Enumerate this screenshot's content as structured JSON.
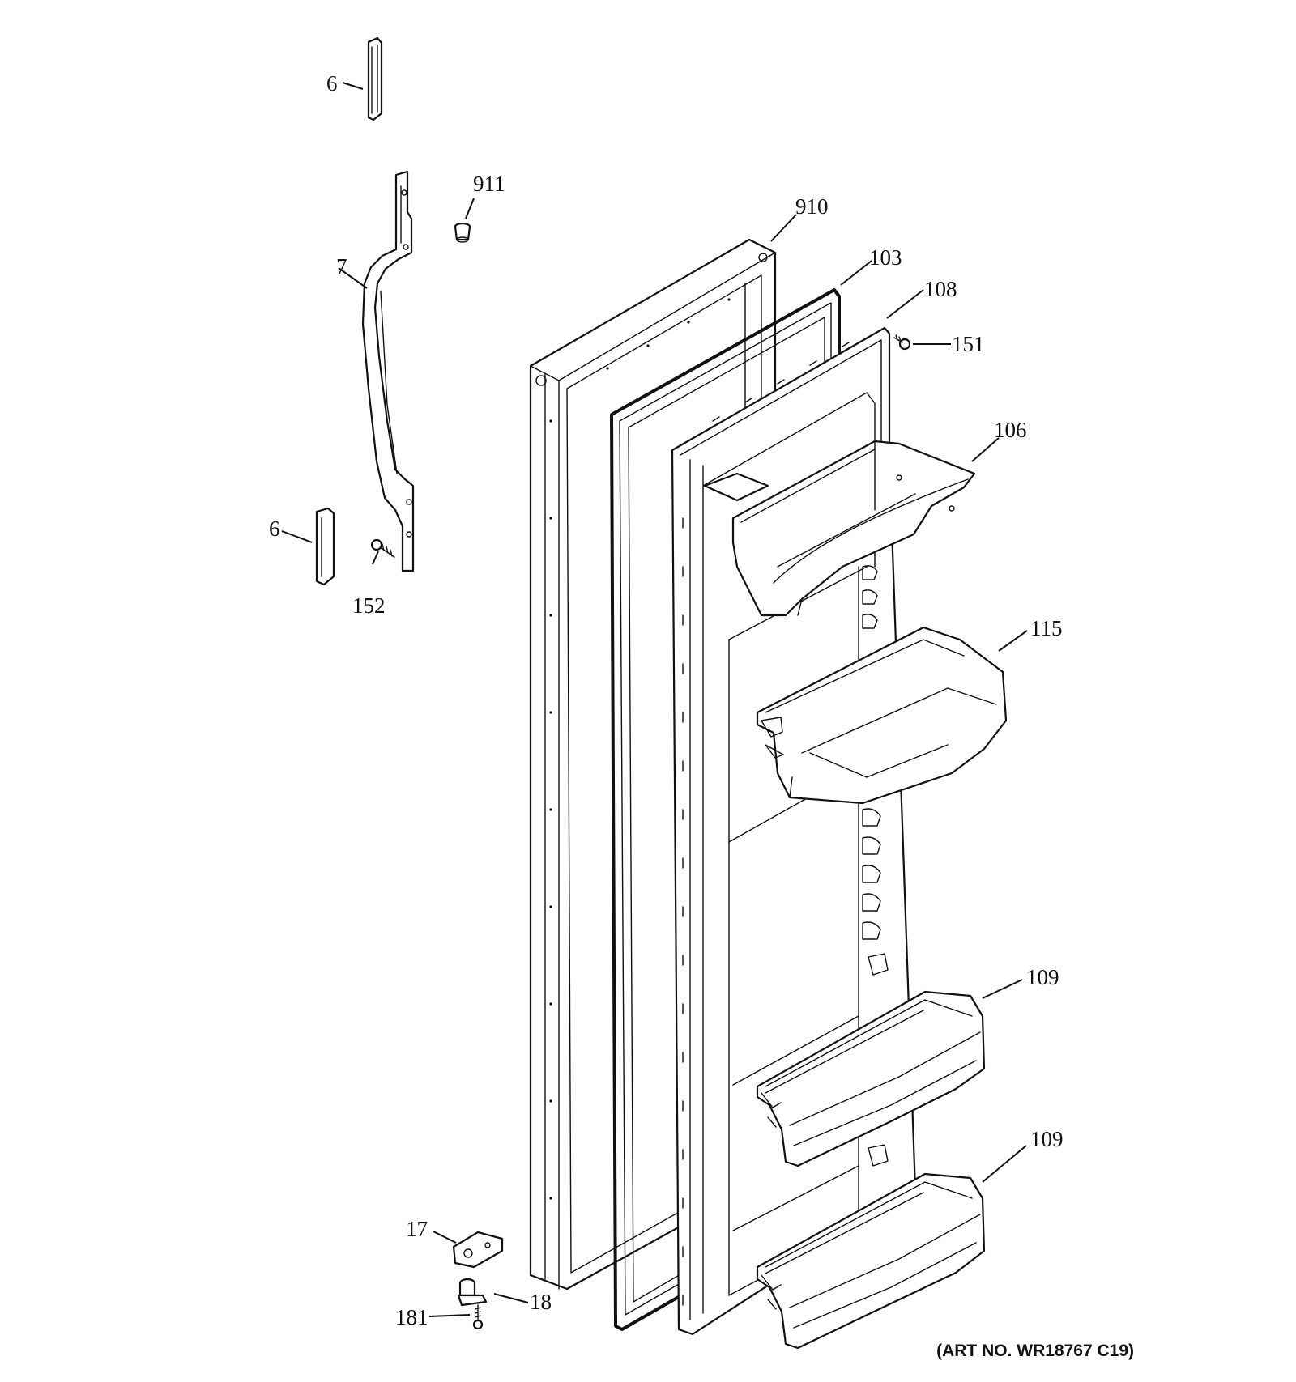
{
  "callouts": {
    "c6_top": "6",
    "c911": "911",
    "c910": "910",
    "c7": "7",
    "c103": "103",
    "c108": "108",
    "c151": "151",
    "c106": "106",
    "c6_bottom": "6",
    "c152": "152",
    "c115": "115",
    "c109_upper": "109",
    "c109_lower": "109",
    "c17": "17",
    "c18": "18",
    "c181": "181"
  },
  "art_number": "(ART NO. WR18767 C19)"
}
